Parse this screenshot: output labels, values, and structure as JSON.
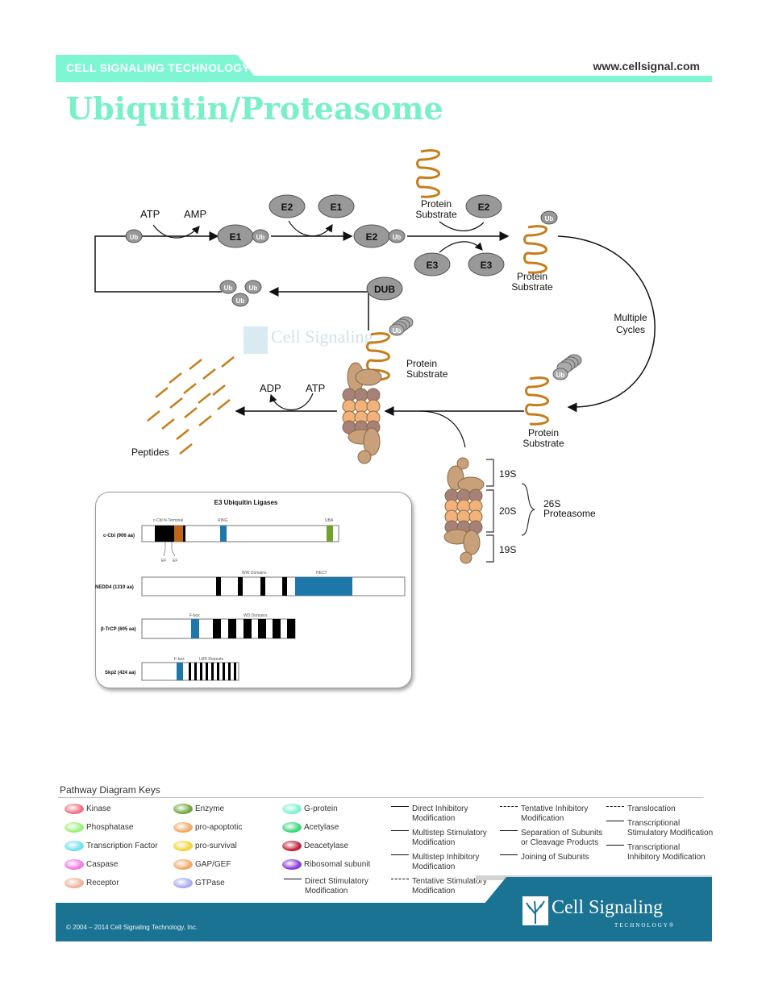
{
  "header": {
    "brand": "CELL SIGNALING TECHNOLOGY",
    "url": "www.cellsignal.com"
  },
  "title": "Ubiquitin/Proteasome",
  "diagram": {
    "atp_1": "ATP",
    "amp": "AMP",
    "ub": "Ub",
    "e1": "E1",
    "e2": "E2",
    "e3": "E3",
    "dub": "DUB",
    "protein": "Protein",
    "substrate": "Substrate",
    "multiple": "Multiple",
    "cycles": "Cycles",
    "adp": "ADP",
    "atp_2": "ATP",
    "peptides": "Peptides",
    "s19_top": "19S",
    "s20": "20S",
    "s19_bottom": "19S",
    "proteasome_26s": "26S",
    "proteasome": "Proteasome",
    "watermark": "Cell Signaling"
  },
  "e3_panel": {
    "title": "E3 Ubiquitin Ligases",
    "proteins": [
      {
        "name": "c-Cbl (906 aa)",
        "labels": [
          "c-Cbl N-Terminal",
          "RING",
          "UBA",
          "EF",
          "EF"
        ]
      },
      {
        "name": "NEDD4 (1319 aa)",
        "labels": [
          "WW Domains",
          "HECT"
        ]
      },
      {
        "name": "β-TrCP (605 aa)",
        "labels": [
          "F-box",
          "WD Domains"
        ]
      },
      {
        "name": "Skp2 (424 aa)",
        "labels": [
          "F-box",
          "LRR Repeats"
        ]
      }
    ]
  },
  "keys": {
    "title": "Pathway Diagram Keys",
    "molecules": [
      {
        "label": "Kinase",
        "color": "#f26f7f"
      },
      {
        "label": "Phosphatase",
        "color": "#9cf07a"
      },
      {
        "label": "Transcription Factor",
        "color": "#6fe0f0"
      },
      {
        "label": "Caspase",
        "color": "#f07ae6"
      },
      {
        "label": "Receptor",
        "color": "#f0b19a"
      },
      {
        "label": "Enzyme",
        "color": "#6fa83a"
      },
      {
        "label": "pro-apoptotic",
        "color": "#f2a865"
      },
      {
        "label": "pro-survival",
        "color": "#f2d33a"
      },
      {
        "label": "GAP/GEF",
        "color": "#f2a865"
      },
      {
        "label": "GTPase",
        "color": "#a9a9f2"
      },
      {
        "label": "G-protein",
        "color": "#7ff0cf"
      },
      {
        "label": "Acetylase",
        "color": "#3ad67a"
      },
      {
        "label": "Deacetylase",
        "color": "#c0203a"
      },
      {
        "label": "Ribosomal subunit",
        "color": "#8a3ad6"
      }
    ],
    "arrows": [
      "Direct Stimulatory\nModification",
      "Direct Inhibitory\nModification",
      "Multistep Stimulatory\nModification",
      "Multistep Inhibitory\nModification",
      "Tentative Stimulatory\nModification",
      "Tentative Inhibitory\nModification",
      "Separation of Subunits\nor Cleavage Products",
      "Joining of Subunits",
      "Translocation",
      "Transcriptional\nStimulatory Modification",
      "Transcriptional\nInhibitory Modification"
    ]
  },
  "footer": {
    "copyright": "© 2004 – 2014 Cell Signaling Technology, Inc.",
    "logo": "Cell Signaling",
    "logo_sub": "TECHNOLOGY®"
  }
}
